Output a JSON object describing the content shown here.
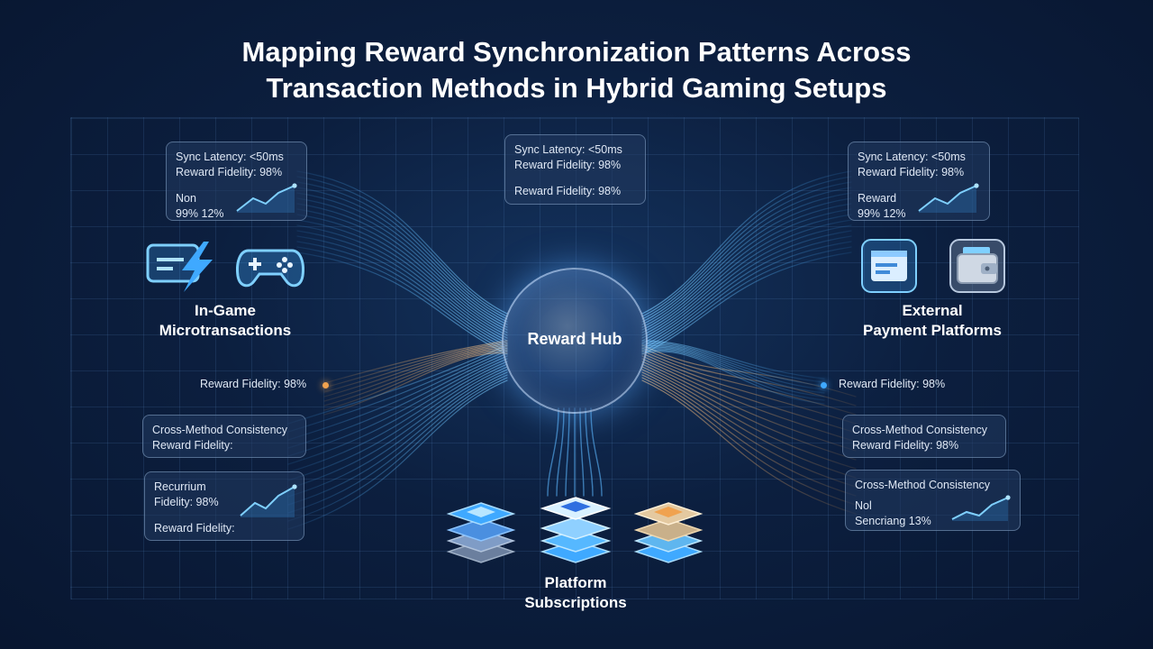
{
  "title_line1": "Mapping Reward Synchronization Patterns Across",
  "title_line2": "Transaction Methods in Hybrid Gaming Setups",
  "hub": {
    "label": "Reward Hub"
  },
  "nodes": {
    "left": {
      "line1": "In-Game",
      "line2": "Microtransactions"
    },
    "right": {
      "line1": "External",
      "line2": "Payment Platforms"
    },
    "bottom": {
      "line1": "Platform",
      "line2": "Subscriptions"
    }
  },
  "panels": {
    "top_left": {
      "l1": "Sync Latency: <50ms",
      "l2": "Reward Fidelity: 98%",
      "l3": "Non",
      "l4": "99% 12%"
    },
    "top_center": {
      "l1": "Sync Latency: <50ms",
      "l2": "Reward Fidelity: 98%",
      "l3": "Reward Fidelity: 98%"
    },
    "top_right": {
      "l1": "Sync Latency: <50ms",
      "l2": "Reward Fidelity: 98%",
      "l3": "Reward",
      "l4": "99% 12%"
    },
    "mid_left": {
      "l1": "Cross-Method Consistency",
      "l2": "Reward Fidelity:"
    },
    "mid_right": {
      "l1": "Cross-Method Consistency",
      "l2": "Reward Fidelity: 98%"
    },
    "bottom_left": {
      "l1": "Recurrium",
      "l2": "Fidelity: 98%",
      "l3": "Reward Fidelity:"
    },
    "bottom_right": {
      "l1": "Cross-Method Consistency",
      "l2": "Nol",
      "l3": "Sencriang 13%"
    }
  },
  "float_labels": {
    "left": "Reward Fidelity: 98%",
    "right": "Reward Fidelity: 98%"
  },
  "icons": {
    "left": [
      "card-lightning-icon",
      "gamepad-icon"
    ],
    "right": [
      "payment-window-icon",
      "wallet-icon"
    ],
    "bottom": [
      "layer-stack-blue-icon",
      "layer-stack-cyan-icon",
      "layer-stack-gold-icon"
    ]
  },
  "colors": {
    "accent_blue": "#3fa9ff",
    "accent_orange": "#f0a24f",
    "background": "#0c1f3f"
  }
}
